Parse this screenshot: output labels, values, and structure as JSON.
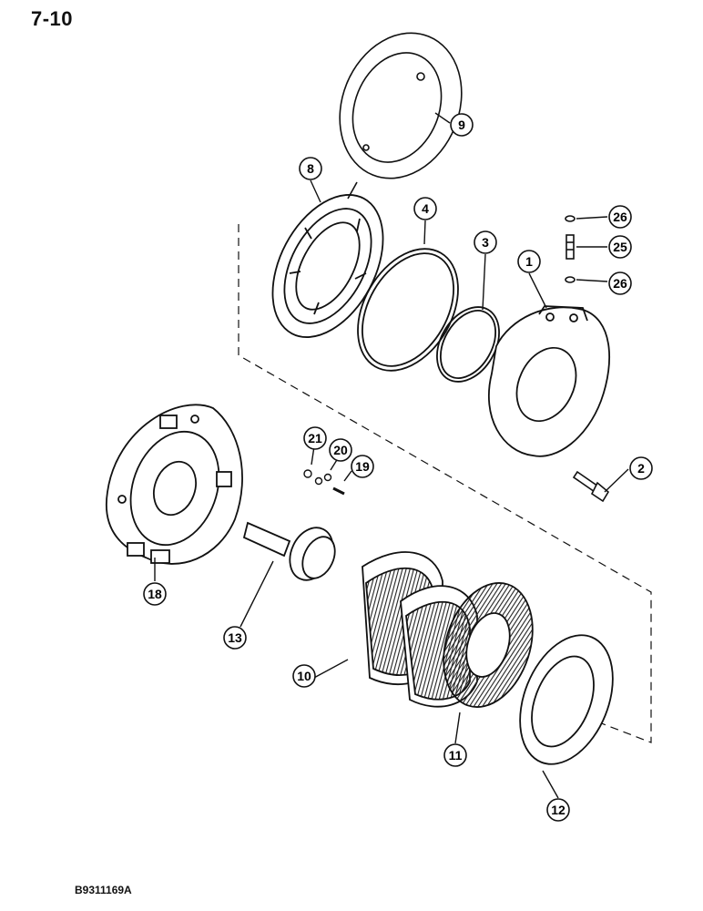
{
  "page": {
    "number": "7-10",
    "figure_code": "B9311169A"
  },
  "callouts": [
    {
      "id": "c1",
      "label": "1"
    },
    {
      "id": "c2",
      "label": "2"
    },
    {
      "id": "c3",
      "label": "3"
    },
    {
      "id": "c4",
      "label": "4"
    },
    {
      "id": "c8",
      "label": "8"
    },
    {
      "id": "c9",
      "label": "9"
    },
    {
      "id": "c10",
      "label": "10"
    },
    {
      "id": "c11",
      "label": "11"
    },
    {
      "id": "c12",
      "label": "12"
    },
    {
      "id": "c13",
      "label": "13"
    },
    {
      "id": "c18",
      "label": "18"
    },
    {
      "id": "c19",
      "label": "19"
    },
    {
      "id": "c20",
      "label": "20"
    },
    {
      "id": "c21",
      "label": "21"
    },
    {
      "id": "c25",
      "label": "25"
    },
    {
      "id": "c26a",
      "label": "26"
    },
    {
      "id": "c26b",
      "label": "26"
    }
  ]
}
